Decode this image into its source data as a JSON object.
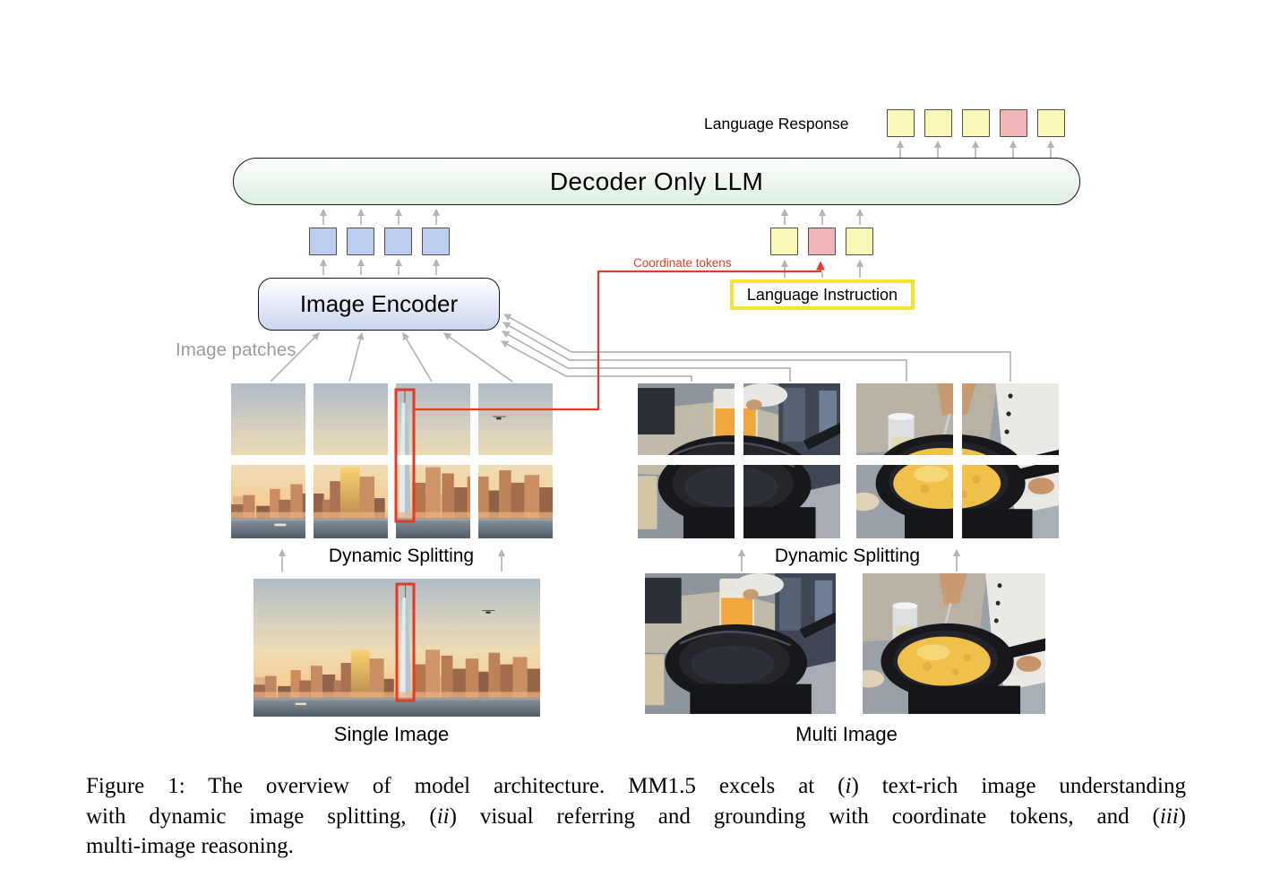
{
  "figure": {
    "labels": {
      "language_response": "Language Response",
      "decoder_llm": "Decoder Only LLM",
      "image_encoder": "Image Encoder",
      "language_instruction": "Language Instruction",
      "coordinate_tokens": "Coordinate tokens",
      "image_patches": "Image patches",
      "dynamic_splitting_left": "Dynamic Splitting",
      "dynamic_splitting_right": "Dynamic Splitting",
      "single_image": "Single Image",
      "multi_image": "Multi Image"
    },
    "tokens": {
      "response": [
        "yellow",
        "yellow",
        "yellow",
        "pink",
        "yellow"
      ],
      "image": [
        "blue",
        "blue",
        "blue",
        "blue"
      ],
      "instruction": [
        "yellow",
        "pink",
        "yellow"
      ]
    },
    "colors": {
      "yellow_token": "#f8f7b8",
      "pink_token": "#f0b6ba",
      "blue_token": "#bccdf1",
      "decoder_box_fill": "#dfefe2",
      "encoder_box_fill": "#c9d4ef",
      "instruction_border": "#f6e32b",
      "annotation_red": "#e23c28",
      "arrow_gray": "#b5b5b5"
    }
  },
  "caption": {
    "lines": [
      {
        "segments": [
          {
            "t": "Figure 1: The overview of model architecture. MM1.5 excels at ("
          },
          {
            "t": "i",
            "italic": true
          },
          {
            "t": ") text-rich image understanding"
          }
        ]
      },
      {
        "segments": [
          {
            "t": "with dynamic image splitting, ("
          },
          {
            "t": "ii",
            "italic": true
          },
          {
            "t": ") visual referring and grounding with coordinate tokens, and ("
          },
          {
            "t": "iii",
            "italic": true
          },
          {
            "t": ")"
          }
        ]
      },
      {
        "segments": [
          {
            "t": "multi-image reasoning."
          }
        ]
      }
    ]
  }
}
